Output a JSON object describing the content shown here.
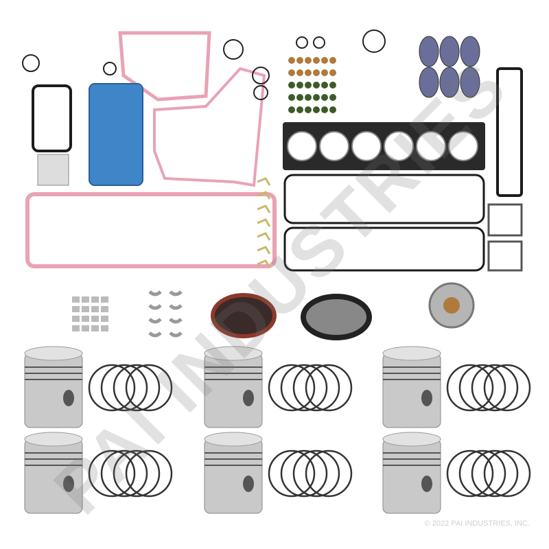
{
  "product": {
    "watermark": "PAI INDUSTRIES",
    "copyright": "© 2022 PAI INDUSTRIES, INC."
  },
  "colors": {
    "gasket_pink": "#e8a3b4",
    "gasket_blue": "#3f86c8",
    "gasket_black": "#1b1b1b",
    "seal_copper": "#b07a3c",
    "piston_silver": "#c9c9c9"
  },
  "contents": {
    "piston_count": 6,
    "ring_sets": 6
  }
}
